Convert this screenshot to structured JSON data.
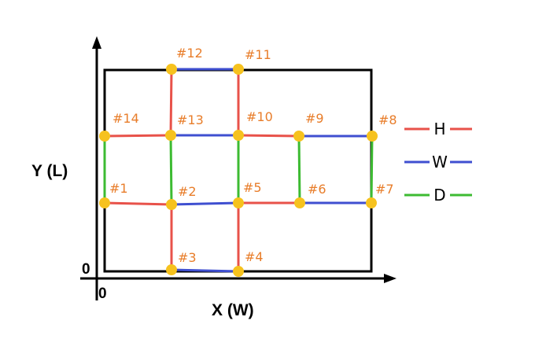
{
  "colors": {
    "frame": "#000000",
    "H": "#e8524a",
    "W": "#3f4fd0",
    "D": "#3dbb32",
    "node": "#f6c21e",
    "label": "#e87d2a"
  },
  "axes": {
    "x_label": "X (W)",
    "y_label": "Y (L)",
    "x_origin": "0",
    "y_origin": "0"
  },
  "legend": [
    {
      "key": "H",
      "label": "H"
    },
    {
      "key": "W",
      "label": "W"
    },
    {
      "key": "D",
      "label": "D"
    }
  ],
  "nodes": [
    {
      "id": "1",
      "label": "#1"
    },
    {
      "id": "2",
      "label": "#2"
    },
    {
      "id": "3",
      "label": "#3"
    },
    {
      "id": "4",
      "label": "#4"
    },
    {
      "id": "5",
      "label": "#5"
    },
    {
      "id": "6",
      "label": "#6"
    },
    {
      "id": "7",
      "label": "#7"
    },
    {
      "id": "8",
      "label": "#8"
    },
    {
      "id": "9",
      "label": "#9"
    },
    {
      "id": "10",
      "label": "#10"
    },
    {
      "id": "11",
      "label": "#11"
    },
    {
      "id": "12",
      "label": "#12"
    },
    {
      "id": "13",
      "label": "#13"
    },
    {
      "id": "14",
      "label": "#14"
    }
  ],
  "edges": [
    {
      "from": "14",
      "to": "13",
      "type": "H"
    },
    {
      "from": "13",
      "to": "10",
      "type": "W"
    },
    {
      "from": "10",
      "to": "9",
      "type": "H"
    },
    {
      "from": "9",
      "to": "8",
      "type": "W"
    },
    {
      "from": "1",
      "to": "2",
      "type": "H"
    },
    {
      "from": "2",
      "to": "5",
      "type": "W"
    },
    {
      "from": "5",
      "to": "6",
      "type": "H"
    },
    {
      "from": "6",
      "to": "7",
      "type": "W"
    },
    {
      "from": "12",
      "to": "11",
      "type": "W"
    },
    {
      "from": "3",
      "to": "4",
      "type": "W"
    },
    {
      "from": "14",
      "to": "1",
      "type": "D"
    },
    {
      "from": "13",
      "to": "2",
      "type": "D"
    },
    {
      "from": "10",
      "to": "5",
      "type": "D"
    },
    {
      "from": "9",
      "to": "6",
      "type": "D"
    },
    {
      "from": "8",
      "to": "7",
      "type": "D"
    },
    {
      "from": "12",
      "to": "13",
      "type": "H"
    },
    {
      "from": "2",
      "to": "3",
      "type": "H"
    },
    {
      "from": "11",
      "to": "10",
      "type": "H"
    },
    {
      "from": "5",
      "to": "4",
      "type": "H"
    }
  ]
}
